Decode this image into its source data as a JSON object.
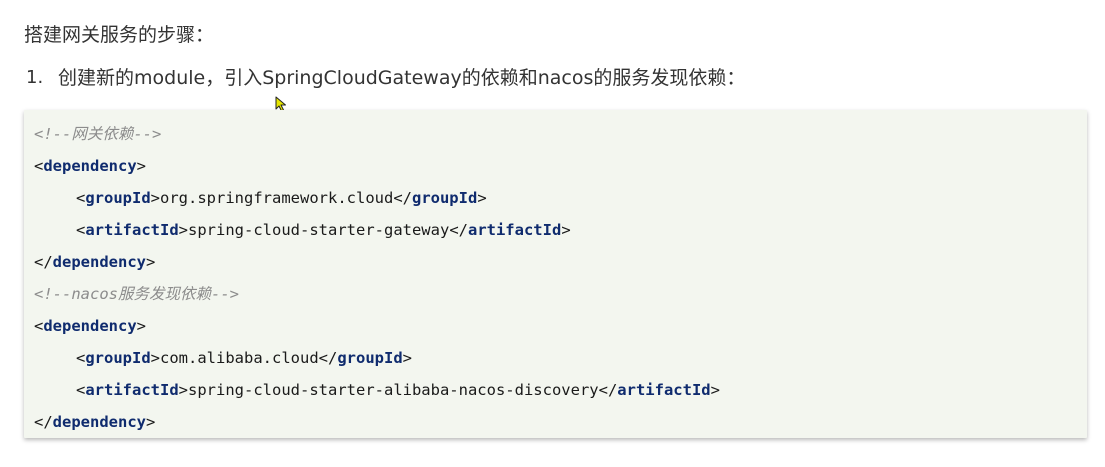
{
  "heading": "搭建网关服务的步骤：",
  "steps": [
    {
      "number": "1.",
      "text": "创建新的module，引入SpringCloudGateway的依赖和nacos的服务发现依赖："
    }
  ],
  "code": {
    "comment_gateway": "<!--网关依赖-->",
    "comment_nacos": "<!--nacos服务发现依赖-->",
    "open_lt": "<",
    "close_lt": "</",
    "gt": ">",
    "tag_dependency": "dependency",
    "tag_groupId": "groupId",
    "tag_artifactId": "artifactId",
    "dep1_groupId": "org.springframework.cloud",
    "dep1_artifactId": "spring-cloud-starter-gateway",
    "dep2_groupId": "com.alibaba.cloud",
    "dep2_artifactId": "spring-cloud-starter-alibaba-nacos-discovery"
  },
  "colors": {
    "code_background": "#f3f6ef",
    "tag_name": "#0f2b6e",
    "comment": "#8c8c8c",
    "cursor": "#e6e600"
  },
  "icons": {
    "cursor": "mouse-pointer-icon"
  }
}
